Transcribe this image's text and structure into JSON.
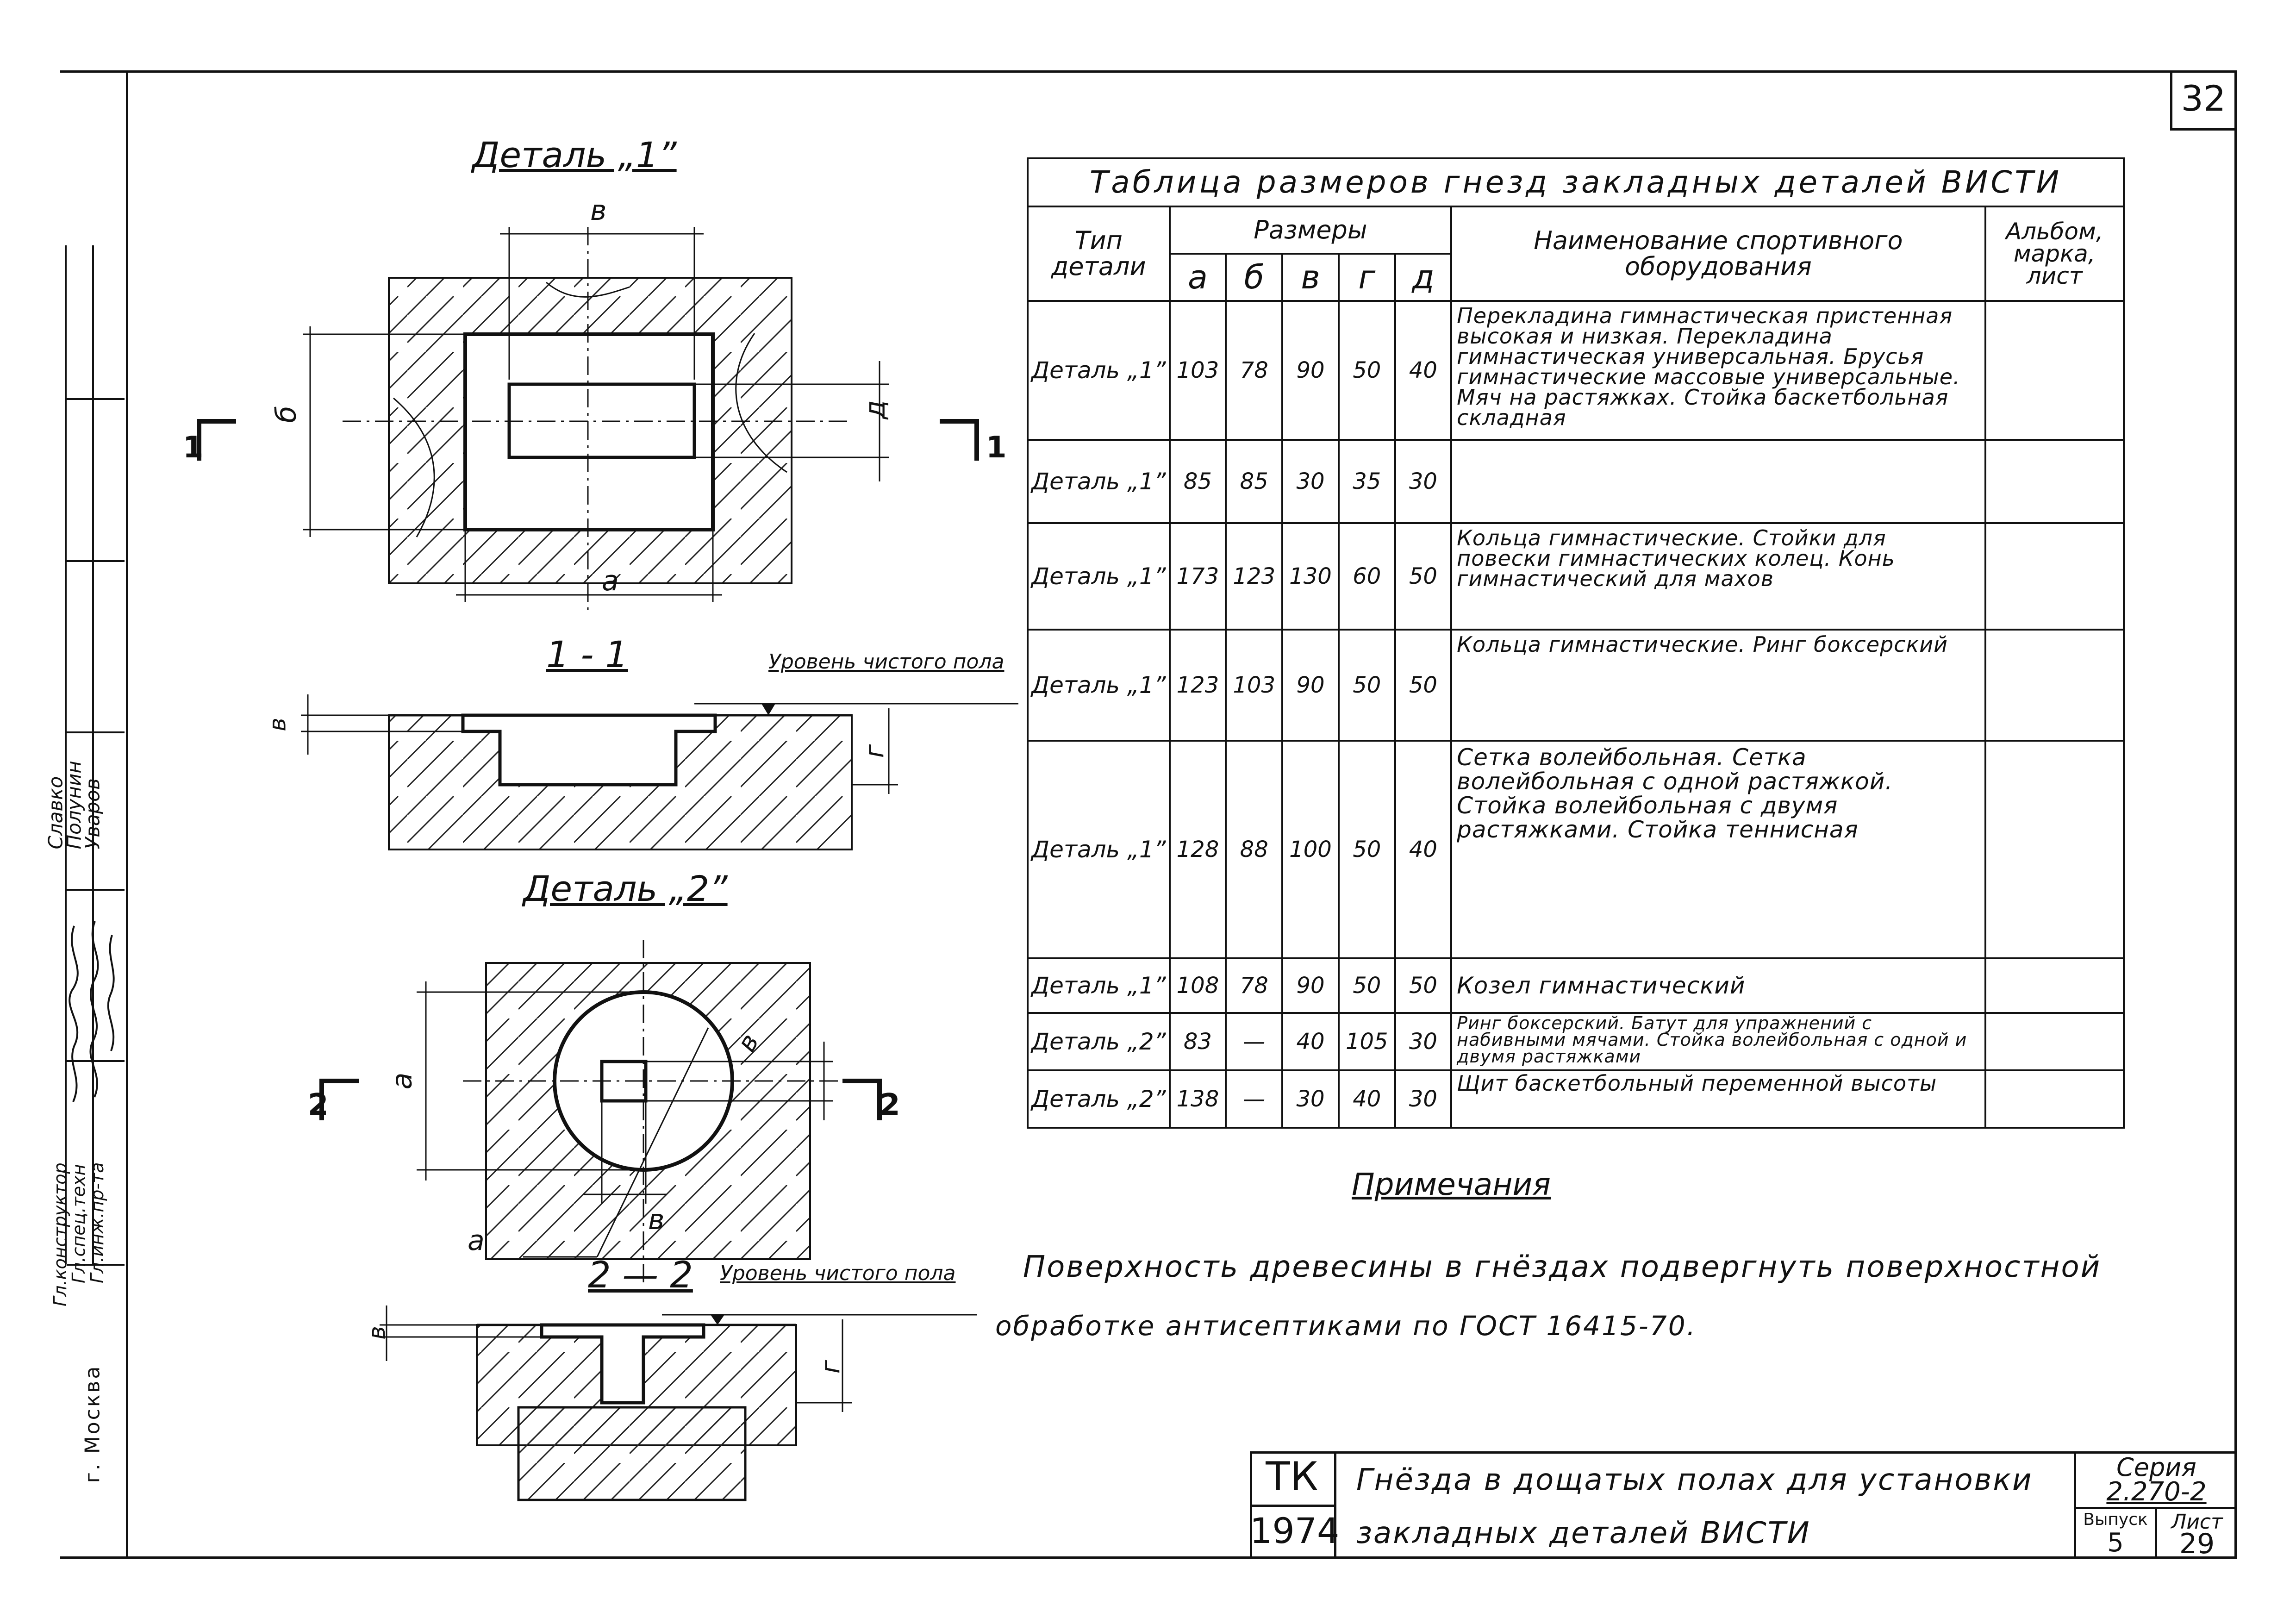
{
  "sheet": {
    "number": "32",
    "city": "г. Москва"
  },
  "side_stamp": {
    "rows": [
      {
        "role": "Гл.конструктор",
        "name": "Славко"
      },
      {
        "role": "Гл.спец.техн",
        "name": "Полунин"
      },
      {
        "role": "Гл.инж.пр-та",
        "name": "Уваров"
      }
    ]
  },
  "drawings": {
    "detail1": {
      "title": "Деталь „1”",
      "label_v": "в",
      "label_b": "б",
      "label_d": "д",
      "label_a": "а",
      "section_mark": "1"
    },
    "section11": {
      "title": "1 - 1",
      "level": "Уровень чистого пола",
      "label_v": "в",
      "label_g": "г"
    },
    "detail2": {
      "title": "Деталь „2”",
      "label_a": "а",
      "label_v": "в",
      "label_v2": "в",
      "label_a2": "а",
      "section_mark": "2"
    },
    "section22": {
      "title": "2 — 2",
      "level": "Уровень чистого пола",
      "label_v": "в",
      "label_g": "г"
    }
  },
  "table": {
    "caption": "Таблица размеров гнезд закладных деталей ВИСТИ",
    "headers": {
      "type": "Тип детали",
      "sizes": "Размеры",
      "name": "Наименование спортивного оборудования",
      "album": "Альбом, марка, лист",
      "cols": [
        "а",
        "б",
        "в",
        "г",
        "д"
      ]
    },
    "rows": [
      {
        "type": "Деталь „1”",
        "a": "103",
        "b": "78",
        "v": "90",
        "g": "50",
        "d": "40",
        "name": "Перекладина гимнастическая пристенная высокая и низкая. Перекладина гимнастическая универсальная. Брусья гимнастические массовые универсальные. Мяч на растяжках. Стойка баскетбольная складная",
        "album": ""
      },
      {
        "type": "Деталь „1”",
        "a": "85",
        "b": "85",
        "v": "30",
        "g": "35",
        "d": "30",
        "name": "",
        "album": ""
      },
      {
        "type": "Деталь „1”",
        "a": "173",
        "b": "123",
        "v": "130",
        "g": "60",
        "d": "50",
        "name": "Кольца гимнастические. Стойки для повески гимнастических колец. Конь гимнастический для махов",
        "album": ""
      },
      {
        "type": "Деталь „1”",
        "a": "123",
        "b": "103",
        "v": "90",
        "g": "50",
        "d": "50",
        "name": "Кольца гимнастические. Ринг боксерский",
        "album": ""
      },
      {
        "type": "Деталь „1”",
        "a": "128",
        "b": "88",
        "v": "100",
        "g": "50",
        "d": "40",
        "name": "Сетка волейбольная. Сетка волейбольная с одной растяжкой. Стойка волейбольная с двумя растяжками. Стойка теннисная",
        "album": ""
      },
      {
        "type": "Деталь „1”",
        "a": "108",
        "b": "78",
        "v": "90",
        "g": "50",
        "d": "50",
        "name": "Козел гимнастический",
        "album": ""
      },
      {
        "type": "Деталь „2”",
        "a": "83",
        "b": "—",
        "v": "40",
        "g": "105",
        "d": "30",
        "name": "Ринг боксерский. Батут для упражнений с набивными мячами. Стойка волейбольная с одной и двумя растяжками",
        "album": ""
      },
      {
        "type": "Деталь „2”",
        "a": "138",
        "b": "—",
        "v": "30",
        "g": "40",
        "d": "30",
        "name": "Щит баскетбольный переменной высоты",
        "album": ""
      }
    ]
  },
  "notes": {
    "title": "Примечания",
    "line1": "Поверхность древесины в гнёздах подвергнуть поверхностной",
    "line2": "обработке антисептиками по ГОСТ 16415-70."
  },
  "title_block": {
    "org_top": "ТК",
    "org_bottom": "1974",
    "title_line1": "Гнёзда в дощатых полах для установки",
    "title_line2": "закладных деталей ВИСТИ",
    "series_label": "Серия",
    "series_value": "2.270-2",
    "issue_label": "Выпуск",
    "issue_value": "5",
    "sheet_label": "Лист",
    "sheet_value": "29"
  }
}
